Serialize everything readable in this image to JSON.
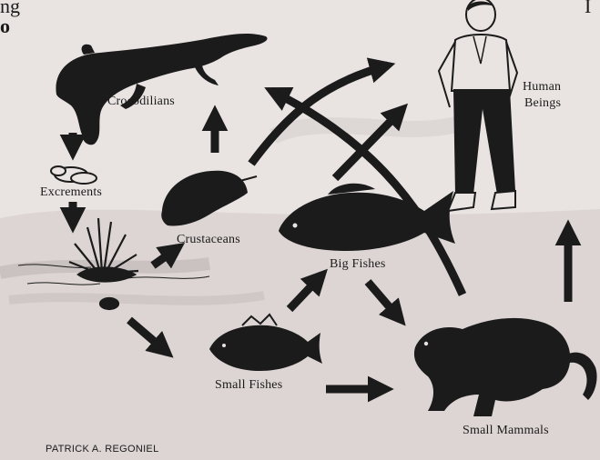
{
  "corner_fragments": {
    "top_left_1": "ng",
    "top_left_2": "o",
    "top_right": "I"
  },
  "nodes": {
    "crocodilians": "Crocodilians",
    "excrements": "Excrements",
    "crustaceans": "Crustaceans",
    "big_fishes": "Big Fishes",
    "small_fishes": "Small Fishes",
    "small_mammals": "Small Mammals",
    "human_line1": "Human",
    "human_line2": "Beings"
  },
  "credit": "PATRICK A. REGONIEL",
  "colors": {
    "background": "#e9e3e2",
    "ink": "#1b1b1b",
    "shading": "#d2ccca"
  }
}
